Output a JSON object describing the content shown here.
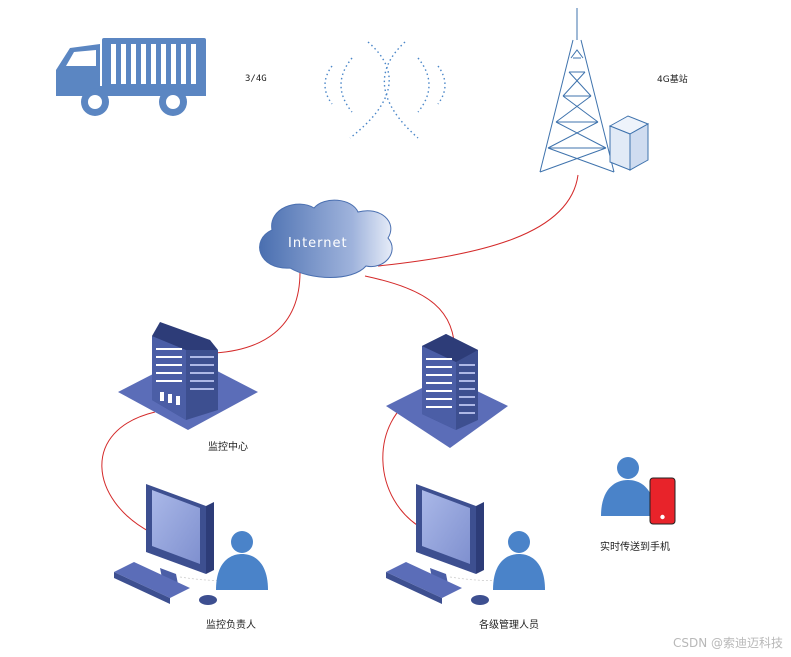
{
  "labels": {
    "signal": "3/4G",
    "base_station": "4G基站",
    "internet": "Internet",
    "monitor_center": "监控中心",
    "mobile_push": "实时传送到手机",
    "supervisor": "监控负责人",
    "managers": "各级管理人员"
  },
  "watermark": "CSDN @索迪迈科技",
  "colors": {
    "truck": "#5b86c2",
    "tower": "#3f73ad",
    "link": "#d42a2a",
    "building": "#3d4f90",
    "platform": "#5b6db8",
    "person": "#4a83c9",
    "phone": "#e8232a"
  }
}
